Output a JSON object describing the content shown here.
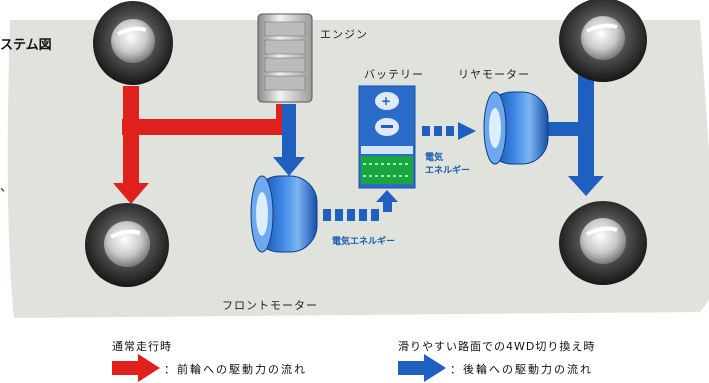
{
  "title_fragment": "ステム図",
  "stray_mark": "、",
  "labels": {
    "engine": "エンジン",
    "battery": "バッテリー",
    "rear_motor": "リヤモーター",
    "front_motor": "フロントモーター",
    "elec_energy_right_1": "電気",
    "elec_energy_right_2": "エネルギー",
    "elec_energy_bottom": "電気エネルギー"
  },
  "legend": {
    "normal_title": "通常走行時",
    "normal_desc": "：前輪への駆動力の流れ",
    "awd_title": "滑りやすい路面での4WD切り換え時",
    "awd_desc": "：後輪への駆動力の流れ"
  },
  "colors": {
    "front_flow": "#e0201c",
    "rear_flow": "#1f5fc0",
    "chassis": "#dfe3dc"
  }
}
